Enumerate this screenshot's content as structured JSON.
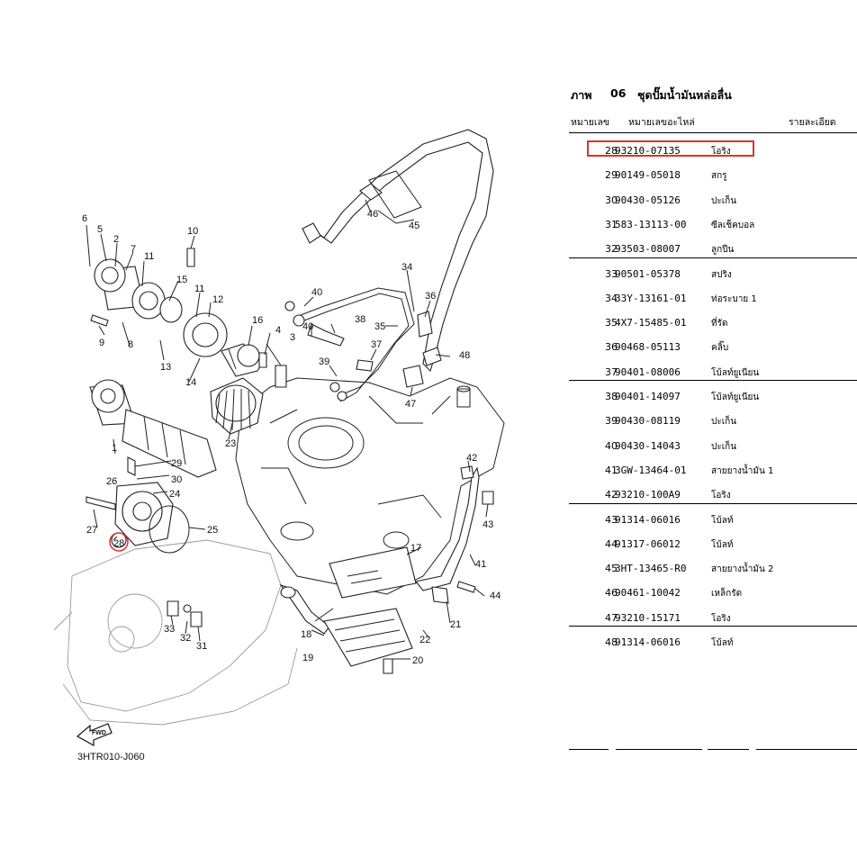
{
  "diagram": {
    "code": "3HTR010-J060",
    "fwd_label": "FWD",
    "highlight_color": "#d9342b",
    "callouts": [
      "1",
      "2",
      "3",
      "4",
      "5",
      "6",
      "7",
      "8",
      "9",
      "10",
      "11",
      "11",
      "12",
      "13",
      "14",
      "15",
      "16",
      "17",
      "18",
      "19",
      "20",
      "21",
      "22",
      "23",
      "24",
      "25",
      "26",
      "27",
      "28",
      "29",
      "30",
      "31",
      "32",
      "33",
      "34",
      "35",
      "36",
      "37",
      "38",
      "39",
      "40",
      "40",
      "41",
      "42",
      "43",
      "44",
      "45",
      "46",
      "47",
      "48"
    ]
  },
  "parts_panel": {
    "title_label": "ภาพ",
    "figure_no": "06",
    "figure_name": "ชุดปั๊มน้ำมันหล่อลื่น",
    "col_no": "หมายเลข",
    "col_part": "หมายเลขอะไหล่",
    "col_desc": "รายละเอียด",
    "rows": [
      {
        "no": "28",
        "part": "93210-07135",
        "name": "โอริง",
        "highlighted": true
      },
      {
        "no": "29",
        "part": "90149-05018",
        "name": "สกรู"
      },
      {
        "no": "30",
        "part": "90430-05126",
        "name": "ปะเก็น"
      },
      {
        "no": "31",
        "part": "583-13113-00",
        "name": "ซีลเช็คบอล"
      },
      {
        "no": "32",
        "part": "93503-08007",
        "name": "ลูกปืน"
      },
      {
        "no": "33",
        "part": "90501-05378",
        "name": "สปริง"
      },
      {
        "no": "34",
        "part": "33Y-13161-01",
        "name": "ท่อระบาย 1"
      },
      {
        "no": "35",
        "part": "4X7-15485-01",
        "name": "ที่รัด"
      },
      {
        "no": "36",
        "part": "90468-05113",
        "name": "คลิ๊บ"
      },
      {
        "no": "37",
        "part": "90401-08006",
        "name": "โบ้ลท์ยูเนียน"
      },
      {
        "no": "38",
        "part": "90401-14097",
        "name": "โบ้ลท์ยูเนียน"
      },
      {
        "no": "39",
        "part": "90430-08119",
        "name": "ปะเก็น"
      },
      {
        "no": "40",
        "part": "90430-14043",
        "name": "ปะเก็น"
      },
      {
        "no": "41",
        "part": "3GW-13464-01",
        "name": "สายยางน้ำมัน 1"
      },
      {
        "no": "42",
        "part": "93210-100A9",
        "name": "โอริง"
      },
      {
        "no": "43",
        "part": "91314-06016",
        "name": "โบ้ลท์"
      },
      {
        "no": "44",
        "part": "91317-06012",
        "name": "โบ้ลท์"
      },
      {
        "no": "45",
        "part": "3HT-13465-R0",
        "name": "สายยางน้ำมัน 2"
      },
      {
        "no": "46",
        "part": "90461-10042",
        "name": "เหล็กรัด"
      },
      {
        "no": "47",
        "part": "93210-15171",
        "name": "โอริง"
      },
      {
        "no": "48",
        "part": "91314-06016",
        "name": "โบ้ลท์"
      }
    ]
  }
}
